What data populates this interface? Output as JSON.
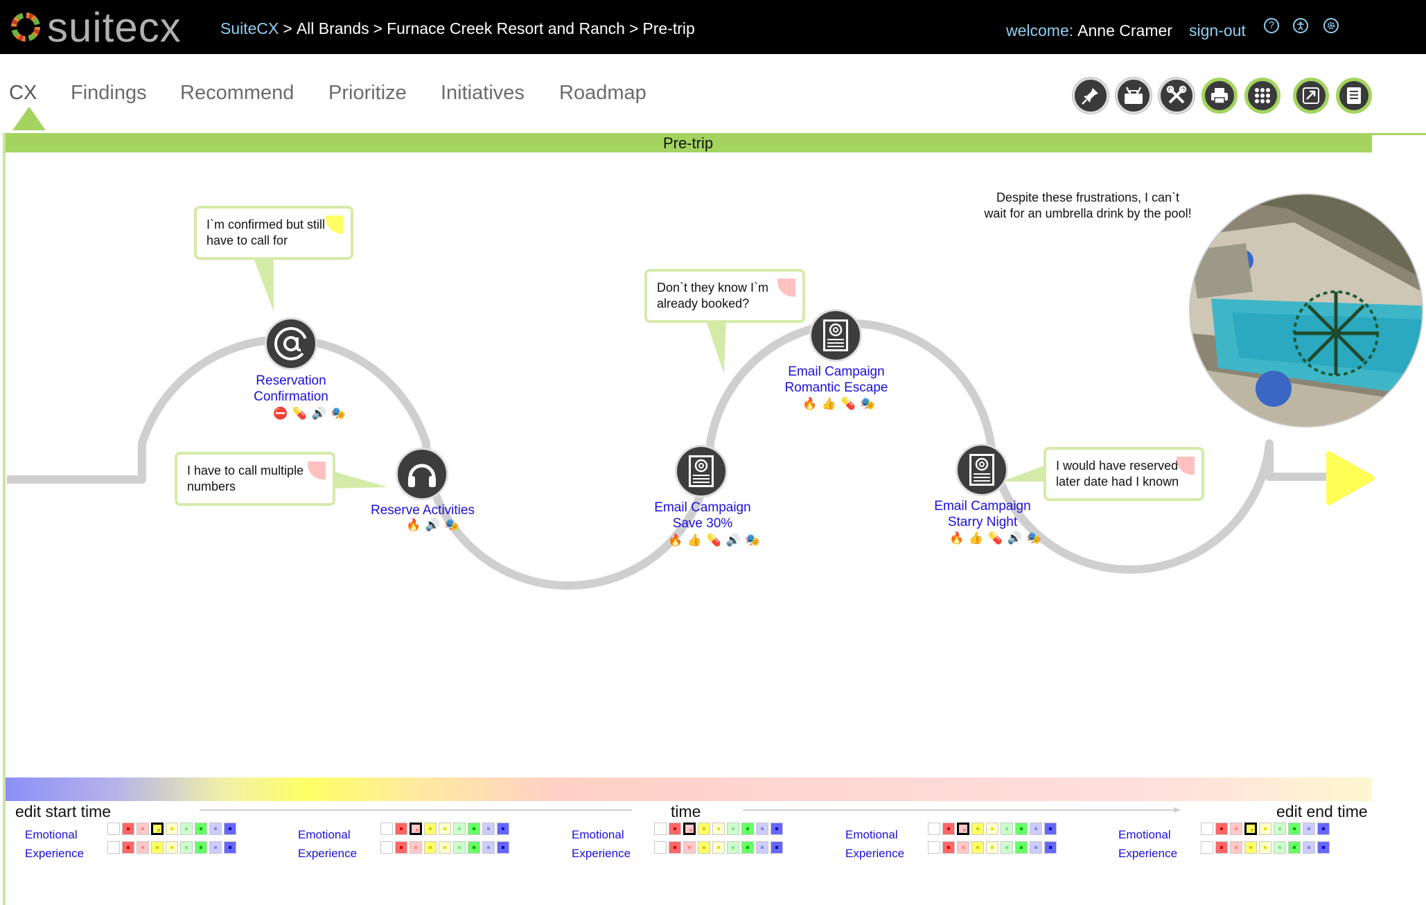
{
  "header": {
    "logo_text": "suitecx",
    "breadcrumb": [
      "SuiteCX",
      "All Brands",
      "Furnace Creek Resort and Ranch",
      "Pre-trip"
    ],
    "breadcrumb_sep": ">",
    "welcome_label": "welcome:",
    "user_name": "Anne Cramer",
    "signout_label": "sign-out",
    "icons": [
      "help-icon",
      "accessibility-icon",
      "settings-icon"
    ]
  },
  "nav": {
    "tabs": [
      "CX",
      "Findings",
      "Recommend",
      "Prioritize",
      "Initiatives",
      "Roadmap"
    ],
    "active_tab": "CX",
    "tools": [
      "pin-icon",
      "toolbox-icon",
      "tools-icon",
      "print-icon",
      "grid-icon",
      "ip-export-icon",
      "ip-document-icon"
    ]
  },
  "stage": {
    "title": "Pre-trip"
  },
  "touchpoints": [
    {
      "label": [
        "Reservation",
        "Confirmation"
      ],
      "icon": "at-sign-icon",
      "sub_icons": "⛔ 💊 🔊 🎭"
    },
    {
      "label": [
        "Reserve Activities"
      ],
      "icon": "headset-icon",
      "sub_icons": "🔥 🔊 🎭"
    },
    {
      "label": [
        "Email Campaign",
        "Save 30%"
      ],
      "icon": "email-document-icon",
      "sub_icons": "🔥 👍 💊 🔊 🎭"
    },
    {
      "label": [
        "Email Campaign",
        "Romantic Escape"
      ],
      "icon": "email-document-icon",
      "sub_icons": "🔥 👍 💊 🎭"
    },
    {
      "label": [
        "Email Campaign",
        "Starry Night"
      ],
      "icon": "email-document-icon",
      "sub_icons": "🔥 👍 💊 🔊 🎭"
    }
  ],
  "bubbles": [
    {
      "text": "I`m confirmed but still have to call for",
      "corner_color": "#ffff66"
    },
    {
      "text": "I have to call multiple numbers",
      "corner_color": "#ffc0c0"
    },
    {
      "text": "Don`t they know I`m already booked?",
      "corner_color": "#ffc0c0"
    },
    {
      "text": "I would have reserved later date had I known",
      "corner_color": "#ffc0c0"
    }
  ],
  "quote": "Despite these frustrations, I can`t wait for an umbrella drink by the pool!",
  "photo": {
    "subject": "resort-pool-photo"
  },
  "timeline": {
    "edit_start_label": "edit start time",
    "time_label": "time",
    "edit_end_label": "edit end time"
  },
  "emotional_experience": {
    "row1_label": "Emotional",
    "row2_label": "Experience",
    "colors": [
      "#ffffff",
      "#ff6666",
      "#ffc8c8",
      "#ffff66",
      "#ffffcc",
      "#ccffcc",
      "#66ff66",
      "#ccccff",
      "#6666ff"
    ],
    "dot_colors": [
      "",
      "#cc0000",
      "#ff8888",
      "#cccc00",
      "#e0e000",
      "#88dd88",
      "#00aa00",
      "#8888dd",
      "#0000aa"
    ],
    "blocks": [
      {
        "row1_selected": 3,
        "row2_selected": -1
      },
      {
        "row1_selected": 2,
        "row2_selected": -1
      },
      {
        "row1_selected": 2,
        "row2_selected": -1
      },
      {
        "row1_selected": 2,
        "row2_selected": -1
      },
      {
        "row1_selected": 3,
        "row2_selected": -1
      }
    ]
  },
  "colors": {
    "accent_green": "#a4d35f",
    "link_blue": "#1a0fd6",
    "header_link": "#8fd0f3"
  }
}
